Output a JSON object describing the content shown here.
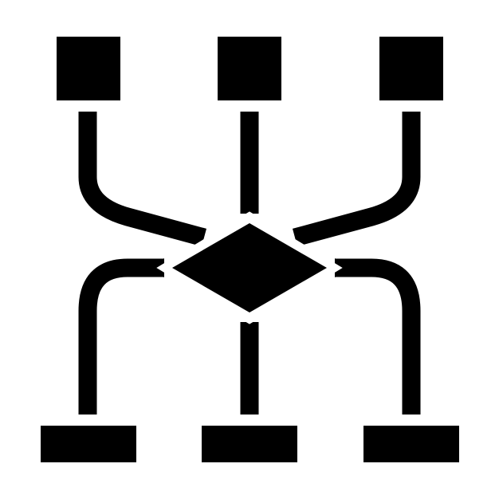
{
  "icon": {
    "name": "flowchart-decision-icon",
    "fill_color": "#000000",
    "background_color": "#ffffff",
    "top_nodes": 3,
    "bottom_nodes": 3,
    "center_shape": "diamond"
  }
}
